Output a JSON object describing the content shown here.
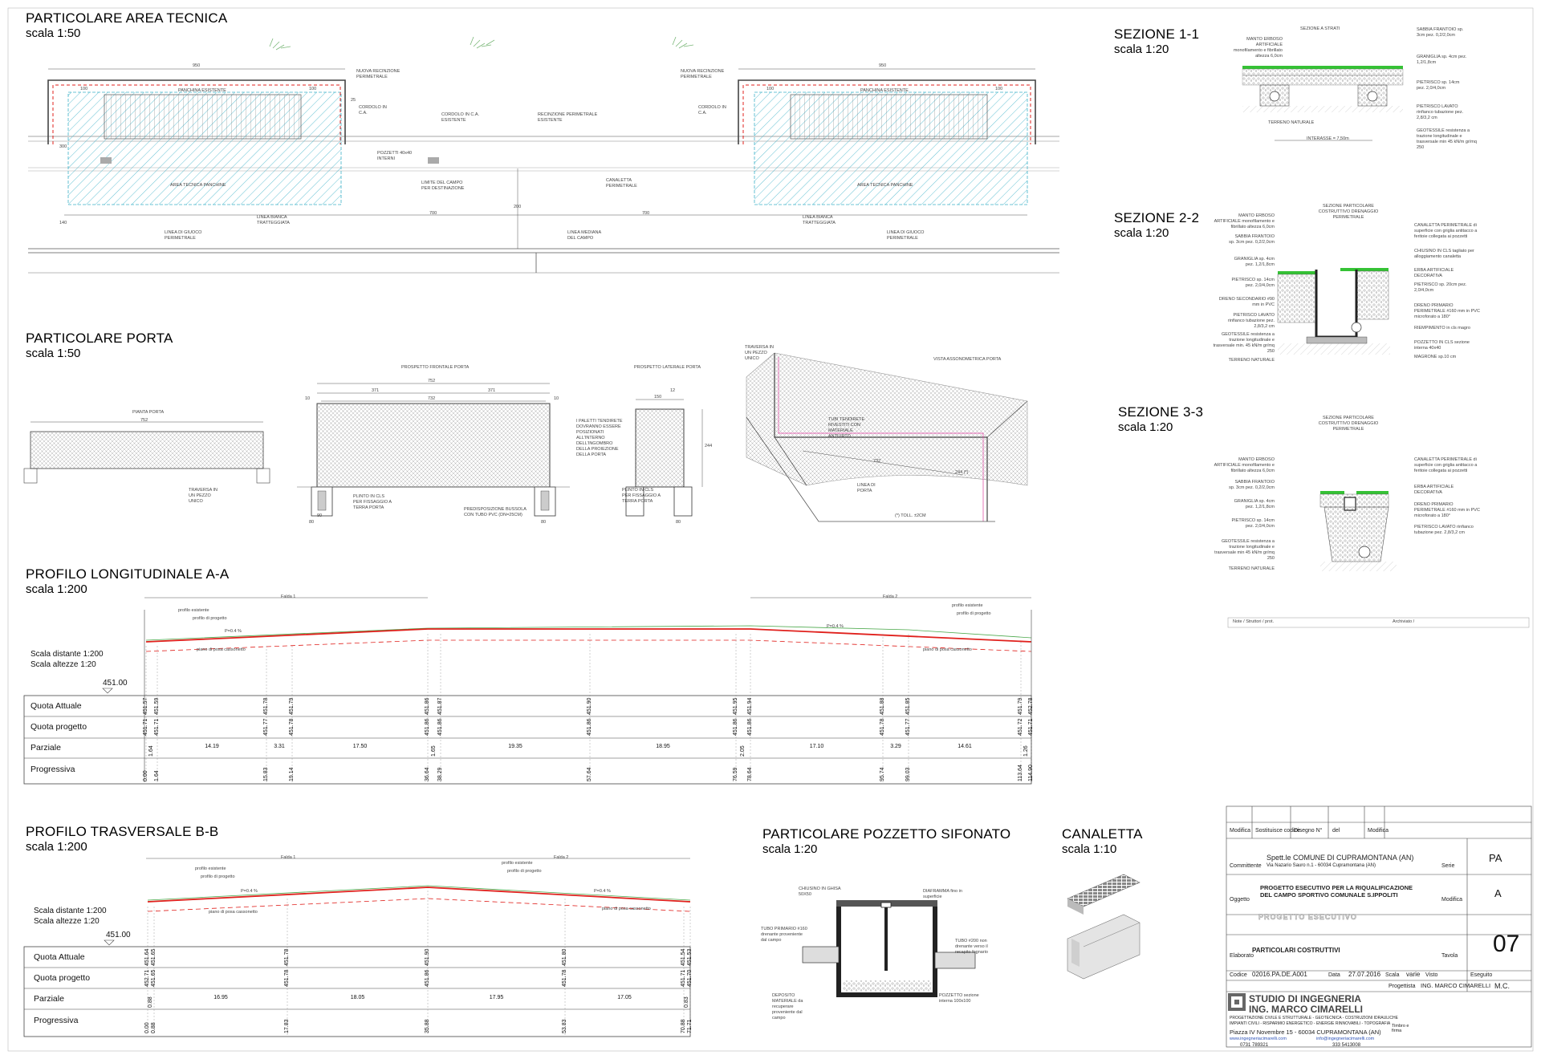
{
  "sections": {
    "area_tecnica": {
      "title": "PARTICOLARE AREA TECNICA",
      "scale": "scala 1:50"
    },
    "porta": {
      "title": "PARTICOLARE PORTA",
      "scale": "scala 1:50"
    },
    "profilo_long": {
      "title": "PROFILO LONGITUDINALE A-A",
      "scale": "scala 1:200"
    },
    "profilo_trasv": {
      "title": "PROFILO TRASVERSALE B-B",
      "scale": "scala 1:200"
    },
    "pozzetto": {
      "title": "PARTICOLARE POZZETTO SIFONATO",
      "scale": "scala 1:20"
    },
    "canaletta": {
      "title": "CANALETTA",
      "scale": "scala 1:10"
    },
    "sez11": {
      "title": "SEZIONE 1-1",
      "scale": "scala 1:20"
    },
    "sez22": {
      "title": "SEZIONE 2-2",
      "scale": "scala 1:20"
    },
    "sez33": {
      "title": "SEZIONE 3-3",
      "scale": "scala 1:20"
    }
  },
  "area_tecnica_labels": {
    "dim_950": "950",
    "dim_100": "100",
    "panchina": "PANCHINA ESISTENTE",
    "area": "AREA TECNICA PANCHINE",
    "recinzione_nuova": "NUOVA RECINZIONE PERIMETRALE",
    "cordolo": "CORDOLO IN C.A.",
    "cordolo_esist": "CORDOLO IN C.A. ESISTENTE",
    "recinzione_esist": "RECINZIONE PERIMETRALE ESISTENTE",
    "pozzetti": "POZZETTI 40x40 INTERNI",
    "limite": "LIMITE DEL CAMPO PER DESTINAZIONE",
    "canaletta": "CANALETTA PERIMETRALE",
    "linea_bianca": "LINEA BIANCA TRATTEGGIATA",
    "linea_gioco": "LINEA DI GIUOCO PERIMETRALE",
    "linea_mediana": "LINEA MEDIANA DEL CAMPO",
    "dim_700": "700",
    "dim_200": "200",
    "dim_25": "25",
    "dim_300": "300",
    "dim_140": "140"
  },
  "porta_labels": {
    "pianta": "PIANTA PORTA",
    "frontale": "PROSPETTO FRONTALE PORTA",
    "laterale": "PROSPETTO LATERALE PORTA",
    "assonometrica": "VISTA ASSONOMETRICA PORTA",
    "dim_752": "752",
    "dim_732": "732",
    "dim_371": "371",
    "dim_10": "10",
    "dim_150": "150",
    "dim_12": "12",
    "dim_244": "244",
    "dim_80": "80",
    "dim_90": "90",
    "traversa": "TRAVERSA IN UN PEZZO UNICO",
    "plinto": "PLINTO IN CLS PER FISSAGGIO A TERRA PORTA",
    "predisposizione": "PREDISPOSIZIONE BUSSOLA CON TUBO PVC (DN=25CM)",
    "pali": "I PALETTI TENDIRETE DOVRANNO ESSERE POSIZIONATI ALL'INTERNO DELL'INGOMBRO DELLA PROIEZIONE DELLA PORTA",
    "tubi": "TUBI TENDIRETE RIVESTITI CON MATERIALE ANTIURTO",
    "linea_porta": "LINEA DI PORTA",
    "toll": "(*) TOLL. ±2CM",
    "h244": "244 (*)"
  },
  "profilo_long": {
    "scale_note_1": "Scala distante 1:200",
    "scale_note_2": "Scala altezze 1:20",
    "datum": "451.00",
    "falda1": "Falda 1",
    "falda2": "Falda 2",
    "profilo_esistente": "profilo esistente",
    "profilo_progetto": "profilo di progetto",
    "piano_posa": "piano di posa cassonetto",
    "pendenza": "P=0.4 %",
    "rows": [
      "Quota Attuale",
      "Quota progetto",
      "Parziale",
      "Progressiva"
    ],
    "quota_attuale": [
      "451.57",
      "451.59",
      "451.78",
      "451.79",
      "451.86",
      "451.87",
      "451.90",
      "451.95",
      "451.94",
      "451.88",
      "451.85",
      "451.79",
      "452.78"
    ],
    "quota_progetto": [
      "451.71",
      "451.71",
      "451.77",
      "451.78",
      "451.86",
      "451.86",
      "451.86",
      "451.86",
      "451.86",
      "451.78",
      "451.77",
      "451.72",
      "451.71"
    ],
    "parziale": [
      "1.64",
      "14.19",
      "3.31",
      "17.50",
      "1.65",
      "19.35",
      "18.95",
      "2.05",
      "17.10",
      "3.29",
      "14.61",
      "1.26"
    ],
    "progressiva": [
      "0.00",
      "1.64",
      "15.83",
      "19.14",
      "36.64",
      "38.29",
      "57.64",
      "76.59",
      "78.64",
      "95.74",
      "99.03",
      "113.64",
      "114.90"
    ]
  },
  "profilo_trasv": {
    "scale_note_1": "Scala distante 1:200",
    "scale_note_2": "Scala altezze 1:20",
    "datum": "451.00",
    "falda1": "Falda 1",
    "falda2": "Falda 2",
    "profilo_esistente": "profilo esistente",
    "profilo_progetto": "profilo di progetto",
    "piano_posa": "piano di posa cassonetto",
    "pendenza": "P=0.4 %",
    "rows": [
      "Quota Attuale",
      "Quota progetto",
      "Parziale",
      "Progressiva"
    ],
    "quota_attuale": [
      "451.64",
      "451.65",
      "451.78",
      "451.90",
      "451.80",
      "451.54",
      "451.53"
    ],
    "quota_progetto": [
      "452.71",
      "451.65",
      "451.78",
      "451.86",
      "451.78",
      "451.71",
      "451.70"
    ],
    "parziale": [
      "0.88",
      "16.95",
      "18.05",
      "17.95",
      "17.05",
      "0.83"
    ],
    "progressiva": [
      "0.00",
      "0.88",
      "17.83",
      "35.88",
      "53.83",
      "70.88",
      "71.71"
    ]
  },
  "pozzetto_labels": {
    "chiusino": "CHIUSINO IN GHISA 50X50",
    "diaframma": "DIAFRAMMA fino in superficie",
    "tubo_primario": "TUBO PRIMARIO #160 drenante proveniente dal campo",
    "tubo_200": "TUBO #200 non drenante verso il recapito fognario",
    "deposito": "DEPOSITO MATERIALE da recuperare proveniente dal campo",
    "pozzetto": "POZZETTO sezione interna 100x100"
  },
  "sez11_labels": {
    "sezione_strati": "SEZIONE A STRATI",
    "manto": "MANTO ERBOSO ARTIFICIALE monofilamento e fibrillato altezza 6,0cm",
    "sabbia": "SABBIA FRANTOIO sp. 3cm pez. 0,2/2,0cm",
    "graniglia": "GRANIGLIA sp. 4cm pez. 1,2/1,8cm",
    "pietrisco": "PIETRISCO sp. 14cm pez. 2,0/4,0cm",
    "pietrisco_lavato": "PIETRISCO LAVATO rinfianco tubazione pez. 2,8/3,2 cm",
    "terreno": "TERRENO NATURALE",
    "interasse": "INTERASSE = 7,50m",
    "geotessile": "GEOTESSILE resistenza a trazione longitudinale e trasversale min 45 kN/m gr/mq 250"
  },
  "sez22_labels": {
    "header": "SEZIONE PARTICOLARE COSTRUTTIVO DRENAGGIO PERIMETRALE",
    "manto": "MANTO ERBOSO ARTIFICIALE monofilamento e fibrillato altezza 6,0cm",
    "sabbia": "SABBIA FRANTOIO sp. 3cm pez. 0,2/2,0cm",
    "graniglia": "GRANIGLIA sp. 4cm pez. 1,2/1,8cm",
    "pietrisco": "PIETRISCO sp. 14cm pez. 2,0/4,0cm",
    "dreno_sec": "DRENO SECONDARIO #90 mm in PVC",
    "pietrisco_lavato": "PIETRISCO LAVATO rinfianco tubazione pez. 2,8/3,2 cm",
    "geotessile": "GEOTESSILE resistenza a trazione longitudinale e trasversale min. 45 kN/m gr/mq 250",
    "terreno": "TERRENO NATURALE",
    "canaletta": "CANALETTA PERIMETRALE di superficie con griglia antitacco a feritoie collegata ai pozzetti",
    "chiusino": "CHIUSINO IN CLS tagliato per alloggiamento canaletta",
    "erba": "ERBA ARTIFICIALE DECORATIVA",
    "pietrisco_r": "PIETRISCO sp. 20cm pez. 2,0/4,0cm",
    "dreno_prim": "DRENO PRIMARIO PERIMETRALE #160 mm in PVC microforato a 180°",
    "riempimento": "RIEMPIMENTO in cls magro",
    "pozzetto": "POZZETTO IN CLS sezione interna 40x40",
    "magrone": "MAGRONE sp.10 cm"
  },
  "sez33_labels": {
    "header": "SEZIONE PARTICOLARE COSTRUTTIVO DRENAGGIO PERIMETRALE",
    "manto": "MANTO ERBOSO ARTIFICIALE monofilamento e fibrillato altezza 6,0cm",
    "sabbia": "SABBIA FRANTOIO sp. 3cm pez. 0,2/2,0cm",
    "graniglia": "GRANIGLIA sp. 4cm pez. 1,2/1,8cm",
    "pietrisco": "PIETRISCO sp. 14cm pez. 2,0/4,0cm",
    "geotessile": "GEOTESSILE resistenza a trazione longitudinale e trasversale min 45 kN/m gr/mq 250",
    "terreno": "TERRENO NATURALE",
    "canaletta": "CANALETTA PERIMETRALE di superficie con griglia antitacco a feritoie collegata ai pozzetti",
    "erba": "ERBA ARTIFICIALE DECORATIVA",
    "dreno": "DRENO PRIMARIO PERIMETRALE #160 mm in PVC microforato a 180°",
    "pietrisco_lavato": "PIETRISCO LAVATO rinfianco tubazione pez. 2,8/3,2 cm"
  },
  "notes_bar": {
    "left": "Note / Struttori / prot.",
    "right": "Archiviato /"
  },
  "titleblock": {
    "rev_headers": [
      "Modifica",
      "Sostituisce codice",
      "Disegno N°",
      "del",
      "Modifica"
    ],
    "committente_label": "Committente",
    "committente": "Spett.le COMUNE DI CUPRAMONTANA (AN)",
    "committente_addr": "Via Nazario Sauro n.1 - 60034 Cupramontana (AN)",
    "serie_label": "Serie",
    "serie": "PA",
    "oggetto_label": "Oggetto",
    "oggetto": "PROGETTO ESECUTIVO PER LA RIQUALIFICAZIONE DEL CAMPO SPORTIVO COMUNALE S.IPPOLITI",
    "modifica_label": "Modifica",
    "modifica": "A",
    "fase": "PROGETTO ESECUTIVO",
    "elaborato_label": "Elaborato",
    "elaborato": "PARTICOLARI COSTRUTTIVI",
    "tavola_label": "Tavola",
    "tavola": "07",
    "codice_label": "Codice",
    "codice": "02016.PA.DE.A001",
    "data_label": "Data",
    "data": "27.07.2016",
    "scala_label": "Scala",
    "scala": "varie",
    "visto_label": "Visto",
    "eseguito_label": "Eseguito",
    "eseguito": "M.C.",
    "progettista_label": "Progettista",
    "progettista": "ING. MARCO CIMARELLI",
    "studio_line1": "STUDIO DI INGEGNERIA",
    "studio_line2": "ING. MARCO CIMARELLI",
    "studio_sub1": "PROGETTAZIONE CIVILE E STRUTTURALE - GEOTECNICA - COSTRUZIONI IDRAULICHE",
    "studio_sub2": "IMPIANTI CIVILI - RISPARMIO ENERGETICO - ENERGIE RINNOVABILI - TOPOGRAFIA",
    "address": "Piazza IV Novembre 15 - 60034 CUPRAMONTANA (AN)",
    "web": "www.ingegneriacimarelli.com",
    "email": "info@ingegneriacimarelli.com",
    "tel": "0731 789321",
    "mobile": "333 5413008",
    "timbro": "Timbro e firma"
  },
  "colors": {
    "profile_red": "#e0201c",
    "existing_green": "#4aa84a",
    "hatch_cyan": "#3fb3c9",
    "turf_green": "#35c235",
    "pink": "#e56ab4"
  }
}
